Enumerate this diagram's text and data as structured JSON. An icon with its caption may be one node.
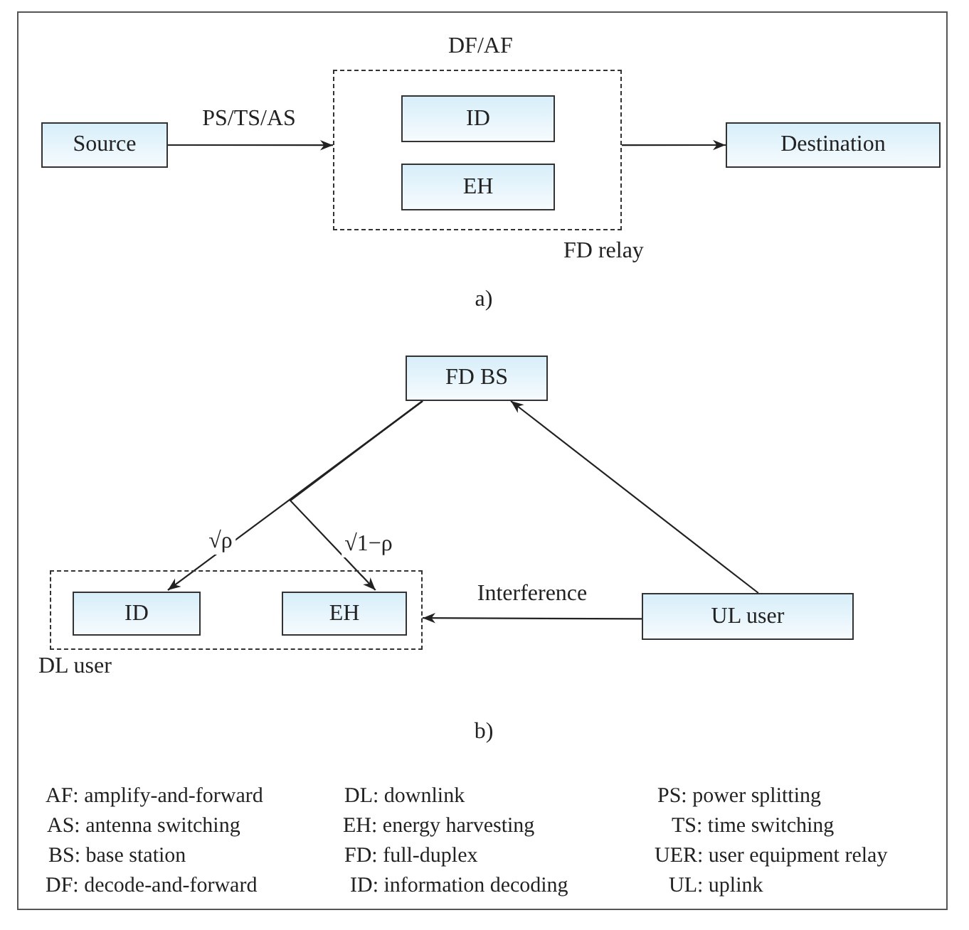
{
  "diagram": {
    "nodes": [
      {
        "text": [
          "Source"
        ]
      },
      {
        "text": [
          "DF/AF",
          "FD relay"
        ]
      },
      {
        "text": [
          "ID"
        ],
        "in": 1
      },
      {
        "text": [
          "EH"
        ],
        "in": 1
      },
      {
        "text": [
          "Destination"
        ]
      },
      {
        "text": [
          "FD BS"
        ]
      },
      {
        "text": [
          "DL user"
        ]
      },
      {
        "text": [
          "ID"
        ],
        "in": 6
      },
      {
        "text": [
          "EH"
        ],
        "in": 6
      },
      {
        "text": [
          "UL user"
        ]
      }
    ],
    "edges": [
      {
        "from": 0,
        "to": 1,
        "arrow": "to",
        "label": "PS/TS/AS"
      },
      {
        "from": 1,
        "to": 4,
        "arrow": "to"
      },
      {
        "from": 5,
        "to": 7,
        "arrow": "to",
        "label": "√ρ"
      },
      {
        "from": 5,
        "to": 8,
        "arrow": "to",
        "label": "√1−ρ"
      },
      {
        "from": 9,
        "to": 5,
        "arrow": "to"
      },
      {
        "from": 9,
        "to": 6,
        "arrow": "to",
        "label": "Interference"
      }
    ],
    "labels": [
      "a)",
      "b)",
      "AF: amplify-and-forward",
      "DL: downlink",
      "PS: power splitting",
      "AS: antenna switching",
      "EH: energy harvesting",
      "TS: time switching",
      "BS: base station",
      "FD: full-duplex",
      "UER: user equipment relay",
      "DF: decode-and-forward",
      "ID: information decoding",
      "UL: uplink"
    ]
  }
}
